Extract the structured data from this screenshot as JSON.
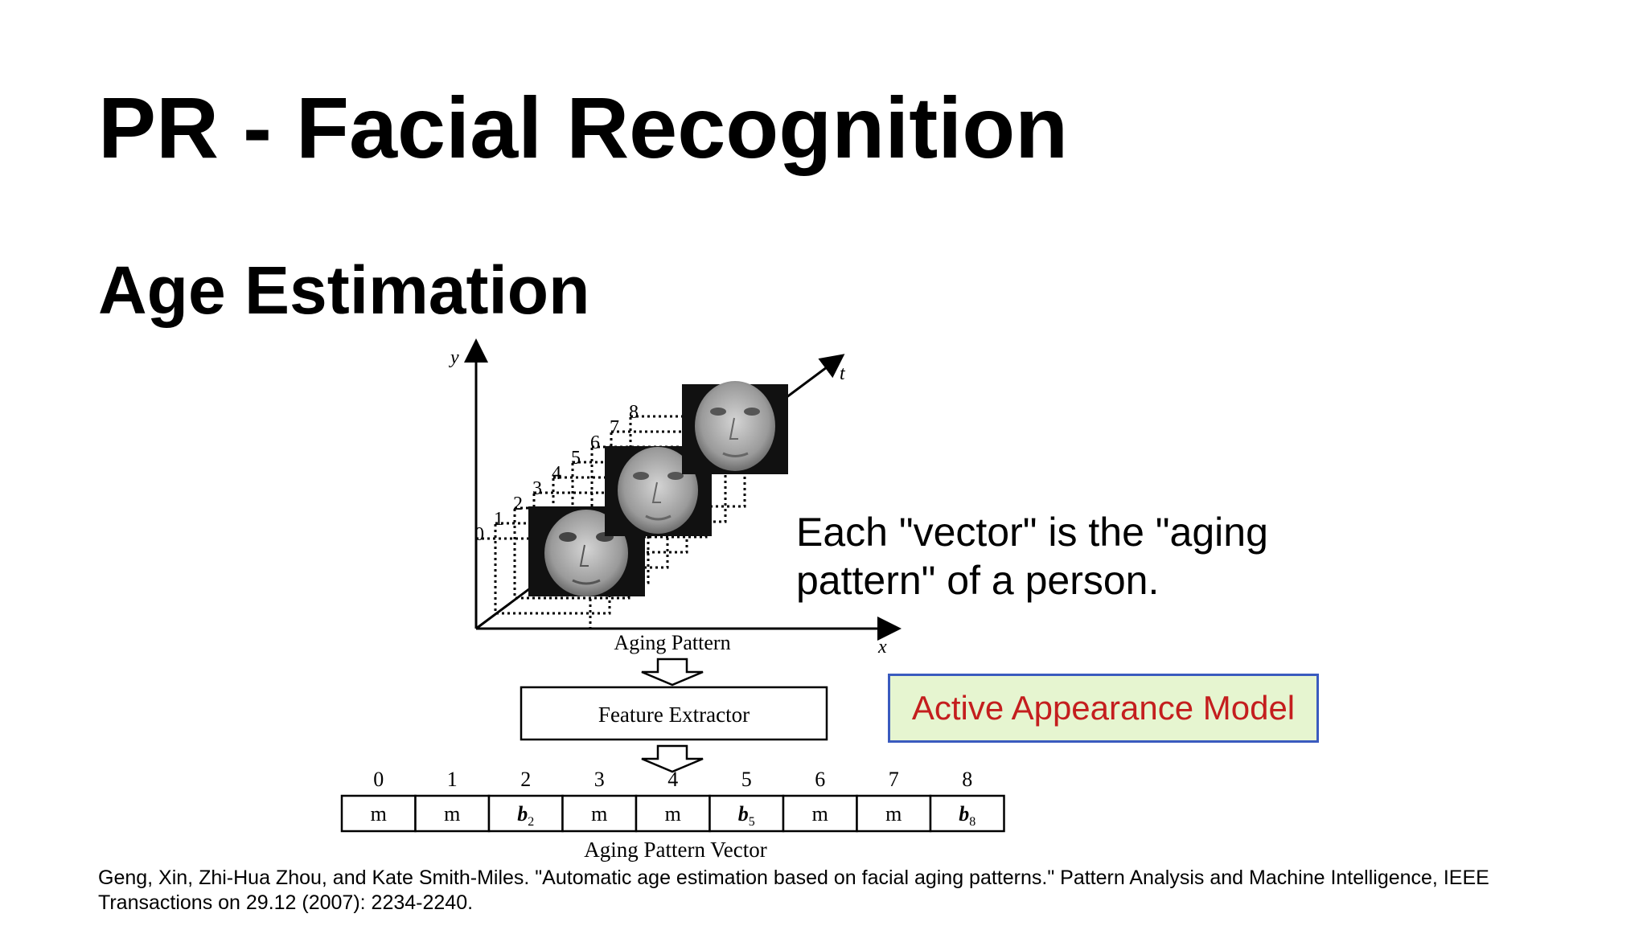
{
  "slide": {
    "title": "PR - Facial Recognition",
    "subtitle": "Age Estimation",
    "callout_line1": "Each \"vector\" is the \"aging",
    "callout_line2": "pattern\" of a person.",
    "highlight_box": "Active Appearance Model",
    "citation_line1": "Geng, Xin, Zhi-Hua Zhou, and Kate Smith-Miles. \"Automatic age estimation based on facial aging patterns.\" Pattern Analysis and Machine Intelligence, IEEE",
    "citation_line2": "Transactions on 29.12 (2007): 2234-2240."
  },
  "figure": {
    "axis_y": "y",
    "axis_x": "x",
    "axis_t": "t",
    "time_labels": [
      "0",
      "1",
      "2",
      "3",
      "4",
      "5",
      "6",
      "7",
      "8"
    ],
    "aging_pattern_label": "Aging Pattern",
    "feature_extractor_label": "Feature Extractor",
    "vector_indices": [
      "0",
      "1",
      "2",
      "3",
      "4",
      "5",
      "6",
      "7",
      "8"
    ],
    "vector_cells": [
      {
        "main": "m",
        "sub": ""
      },
      {
        "main": "m",
        "sub": ""
      },
      {
        "main": "b",
        "sub": "2"
      },
      {
        "main": "m",
        "sub": ""
      },
      {
        "main": "m",
        "sub": ""
      },
      {
        "main": "b",
        "sub": "5"
      },
      {
        "main": "m",
        "sub": ""
      },
      {
        "main": "m",
        "sub": ""
      },
      {
        "main": "b",
        "sub": "8"
      }
    ],
    "vector_label": "Aging Pattern Vector"
  },
  "colors": {
    "background": "#ffffff",
    "highlight_fill": "#e6f5d0",
    "highlight_border": "#3a5bbf",
    "highlight_text": "#c41e1e"
  }
}
